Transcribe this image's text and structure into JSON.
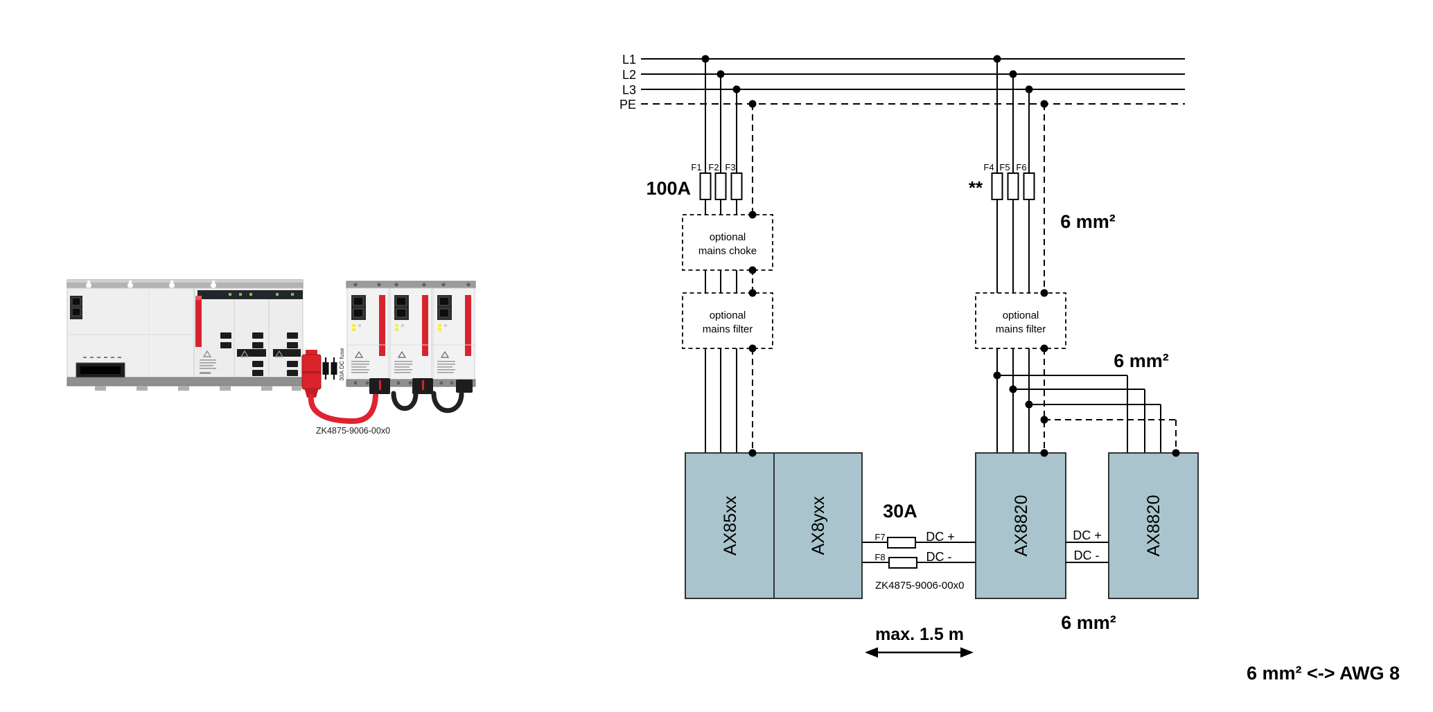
{
  "colors": {
    "device_fill": "#a9c4cd",
    "diagram_line": "#000000",
    "accent_red": "#d8232f"
  },
  "photo": {
    "fuse_note": "30A DC fuse",
    "cable_label": "ZK4875-9006-00x0"
  },
  "diagram": {
    "bus_labels": {
      "l1": "L1",
      "l2": "L2",
      "l3": "L3",
      "pe": "PE"
    },
    "left_fuses": {
      "rating": "100A",
      "f1": "F1",
      "f2": "F2",
      "f3": "F3"
    },
    "right_fuses": {
      "note": "**",
      "f4": "F4",
      "f5": "F5",
      "f6": "F6"
    },
    "choke": {
      "line1": "optional",
      "line2": "mains choke"
    },
    "filter_left": {
      "line1": "optional",
      "line2": "mains filter"
    },
    "filter_right": {
      "line1": "optional",
      "line2": "mains filter"
    },
    "devices": {
      "supply": "AX85xx",
      "drive": "AX8yxx",
      "regen1": "AX8820",
      "regen2": "AX8820"
    },
    "dc_link": {
      "rating": "30A",
      "f7": "F7",
      "f8": "F8",
      "dc_plus": "DC +",
      "dc_minus": "DC -",
      "cable": "ZK4875-9006-00x0",
      "max_length": "max. 1.5 m"
    },
    "dc_link_2": {
      "dc_plus": "DC +",
      "dc_minus": "DC -",
      "gauge": "6 mm²"
    },
    "gauge_right_top": "6 mm²",
    "gauge_right_mid": "6 mm²",
    "gauge_bottom": "6 mm²",
    "footnote": "6 mm² <-> AWG 8"
  }
}
